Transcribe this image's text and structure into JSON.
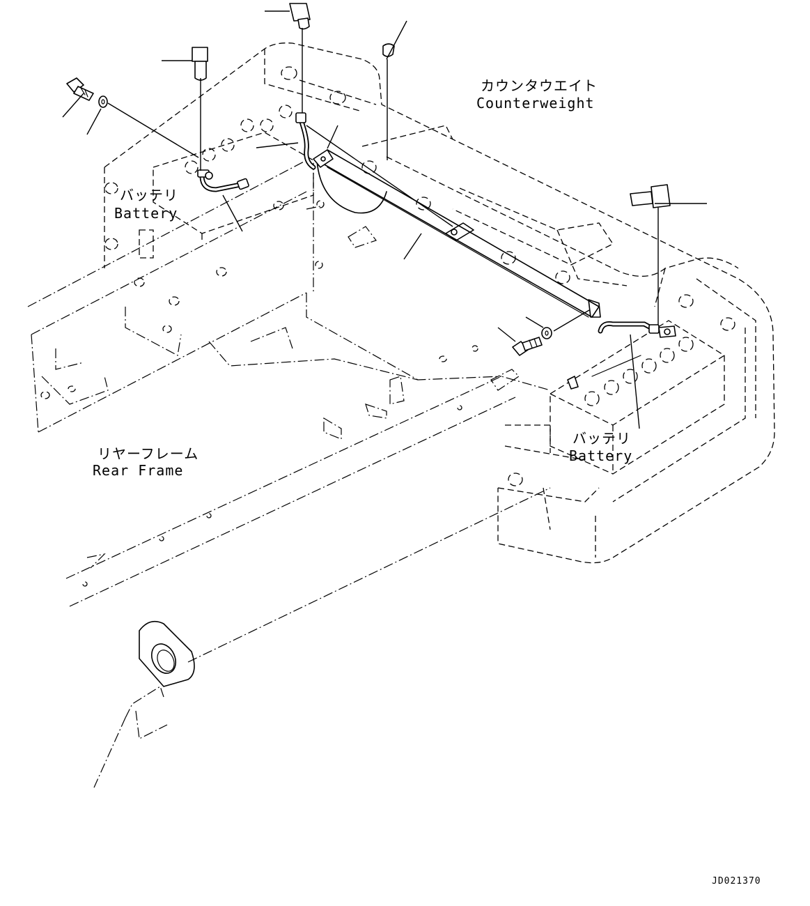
{
  "labels": {
    "counterweight_jp": "カウンタウエイト",
    "counterweight_en": "Counterweight",
    "battery_left_jp": "バッテリ",
    "battery_left_en": "Battery",
    "battery_right_jp": "バッテリ",
    "battery_right_en": "Battery",
    "rear_frame_jp": "リヤーフレーム",
    "rear_frame_en": "Rear Frame"
  },
  "drawing_code": "JD021370",
  "parts": {
    "terminal_caps": 3,
    "bolts": 2,
    "washers": 2,
    "battery_cables": 2
  }
}
